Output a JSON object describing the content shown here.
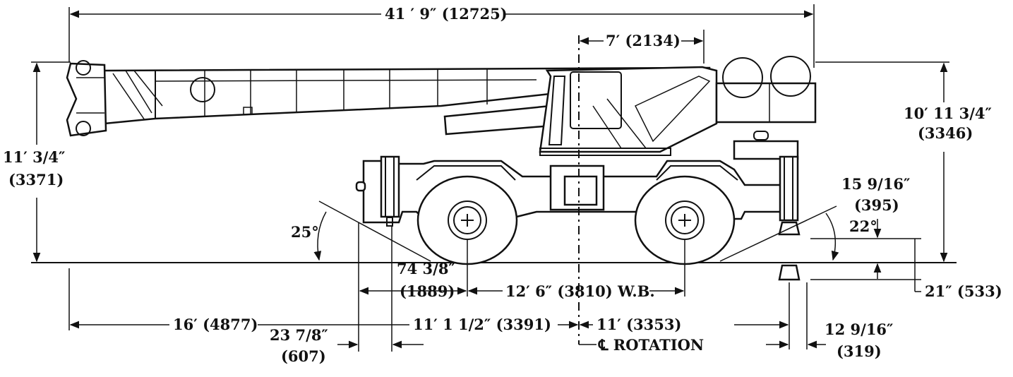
{
  "drawing": {
    "labels": {
      "overall_length": "41 ′ 9″ (12725)",
      "cab_offset": "7′ (2134)",
      "height_right_ft": "10′ 11 3/4″",
      "height_right_mm": "(3346)",
      "height_left_ft": "11′ 3/4″",
      "height_left_mm": "(3371)",
      "angle_approach": "25°",
      "angle_departure": "22°",
      "clearance_ft": "15 9/16″",
      "clearance_mm": "(395)",
      "outrigger_below_ground": "21″ (533)",
      "front_overhang_ft": "74 3/8″",
      "front_overhang_mm": "(1889)",
      "wheelbase": "12′ 6″ (3810) W.B.",
      "front_to_rotation_boom": "16′ (4877)",
      "outrigger_front": "23 7/8″",
      "outrigger_front_mm": "(607)",
      "outrigger_to_rotation": "11′ 1 1/2″ (3391)",
      "rotation_to_rear": "11′ (3353)",
      "outrigger_rear": "12 9/16″",
      "outrigger_rear_mm": "(319)",
      "rotation": "℄ ROTATION"
    }
  }
}
